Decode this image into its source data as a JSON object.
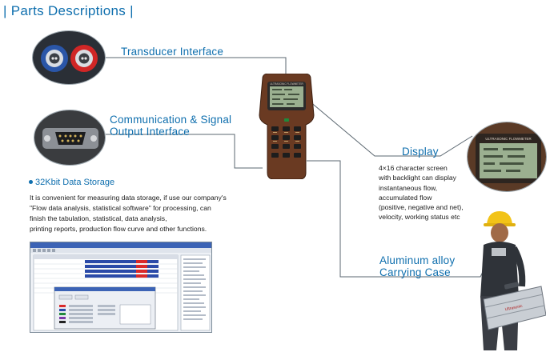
{
  "page": {
    "title": "| Parts Descriptions |"
  },
  "callouts": {
    "transducer": "Transducer Interface",
    "communication": [
      "Communication & Signal",
      "Output Interface"
    ],
    "display": "Display",
    "case": [
      "Aluminum alloy",
      "Carrying Case"
    ]
  },
  "storage": {
    "heading": "32Kbit Data Storage",
    "lines": [
      "It is convenient for measuring data storage, if use our company's",
      "\"Flow data analysis, statistical software\" for processing, can",
      "finish the tabulation, statistical, data analysis,",
      "printing reports, production flow curve and other functions."
    ]
  },
  "display_features": [
    "4×16 character screen",
    "with backlight can display",
    "instantaneous flow,",
    "accumulated flow",
    "(positive, negative and net),",
    "velocity, working status etc"
  ],
  "device": {
    "label": "ULTRASONIC FLOWMETER",
    "case_label": "Ultrasonic"
  },
  "colors": {
    "accent": "#0f6fae",
    "device_body": "#6a3a22",
    "lcd": "#9bb090",
    "connector_red": "#d02626",
    "connector_blue": "#2a56a8"
  },
  "icons": [
    "bnc-connector-icon",
    "serial-port-icon",
    "keypad-icon",
    "worker-icon",
    "carrying-case-icon"
  ]
}
